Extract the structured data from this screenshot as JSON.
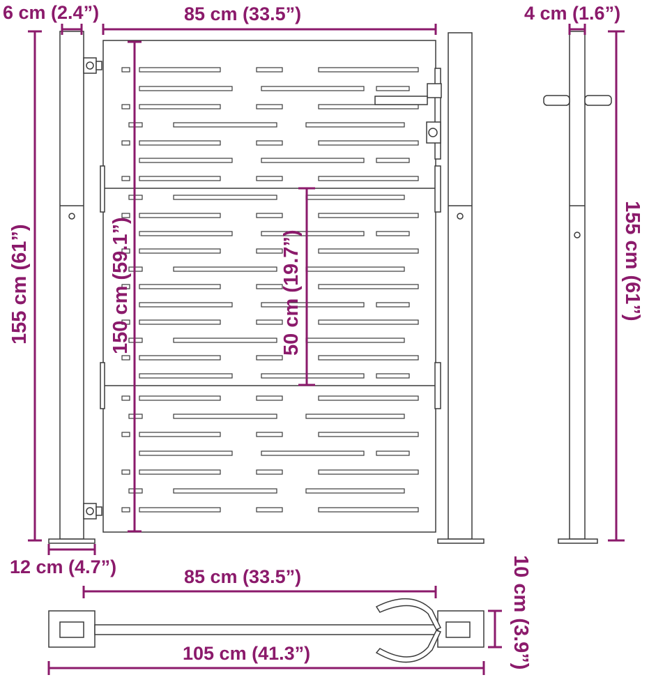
{
  "colors": {
    "dimension": "#8b1a6b",
    "outline": "#3a3a3a",
    "fill": "#ffffff"
  },
  "labels": {
    "post_width": "6 cm (2.4”)",
    "gate_width": "85 cm (33.5”)",
    "post_depth": "4 cm (1.6”)",
    "height_left": "155 cm (61”)",
    "panel_height": "150 cm (59.1”)",
    "section_height": "50 cm (19.7”)",
    "height_right": "155 cm (61”)",
    "base_plate": "12 cm (4.7”)",
    "top_view_gate_width": "85 cm (33.5”)",
    "top_view_total_width": "105 cm (41.3”)",
    "top_view_depth": "10 cm (3.9”)"
  }
}
